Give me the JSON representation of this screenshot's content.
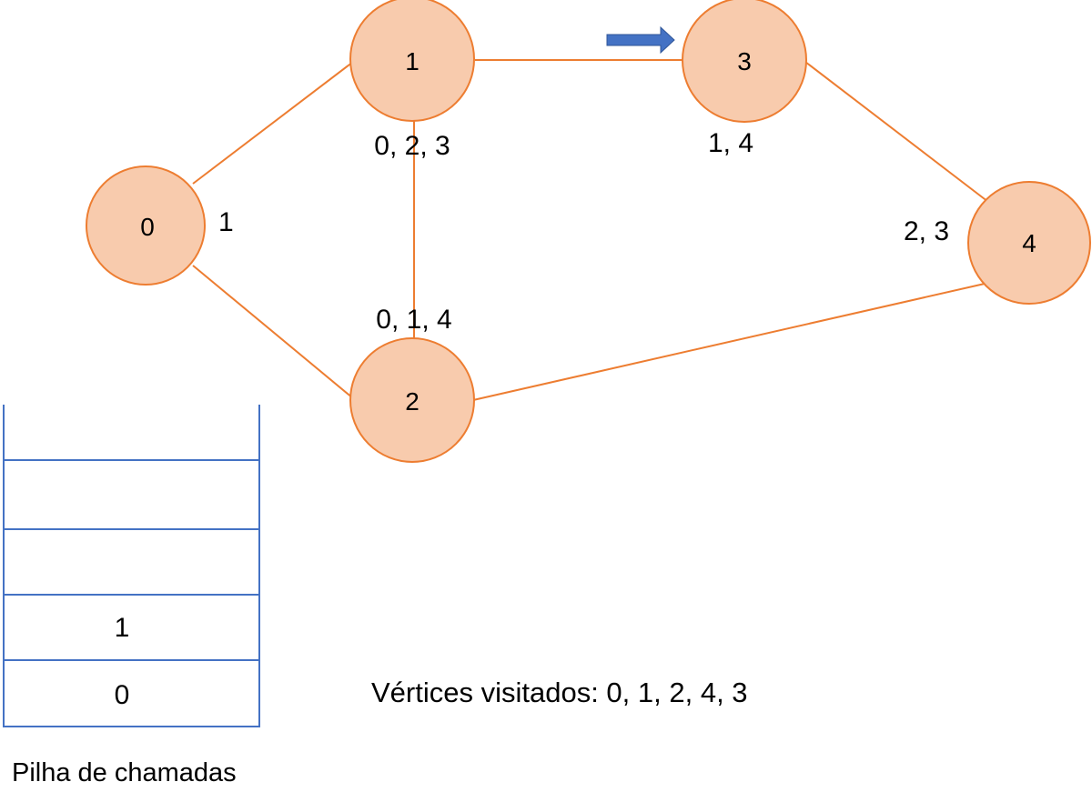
{
  "graph": {
    "nodes": [
      {
        "id": "0",
        "label": "0",
        "adjacency": "1"
      },
      {
        "id": "1",
        "label": "1",
        "adjacency": "0, 2, 3"
      },
      {
        "id": "2",
        "label": "2",
        "adjacency": "0, 1, 4"
      },
      {
        "id": "3",
        "label": "3",
        "adjacency": "1, 4"
      },
      {
        "id": "4",
        "label": "4",
        "adjacency": "2, 3"
      }
    ],
    "edges": [
      [
        "0",
        "1"
      ],
      [
        "0",
        "2"
      ],
      [
        "1",
        "2"
      ],
      [
        "1",
        "3"
      ],
      [
        "2",
        "4"
      ],
      [
        "3",
        "4"
      ]
    ],
    "current_node": "3",
    "colors": {
      "node_fill": "#F8CBAD",
      "node_stroke": "#ED7D31",
      "edge": "#ED7D31",
      "arrow": "#4472C4",
      "stack_line": "#4472C4"
    }
  },
  "stack": {
    "cells": [
      "",
      "",
      "",
      "1",
      "0"
    ],
    "caption": "Pilha de chamadas"
  },
  "visited": {
    "text": "Vértices visitados: 0, 1, 2, 4, 3"
  }
}
